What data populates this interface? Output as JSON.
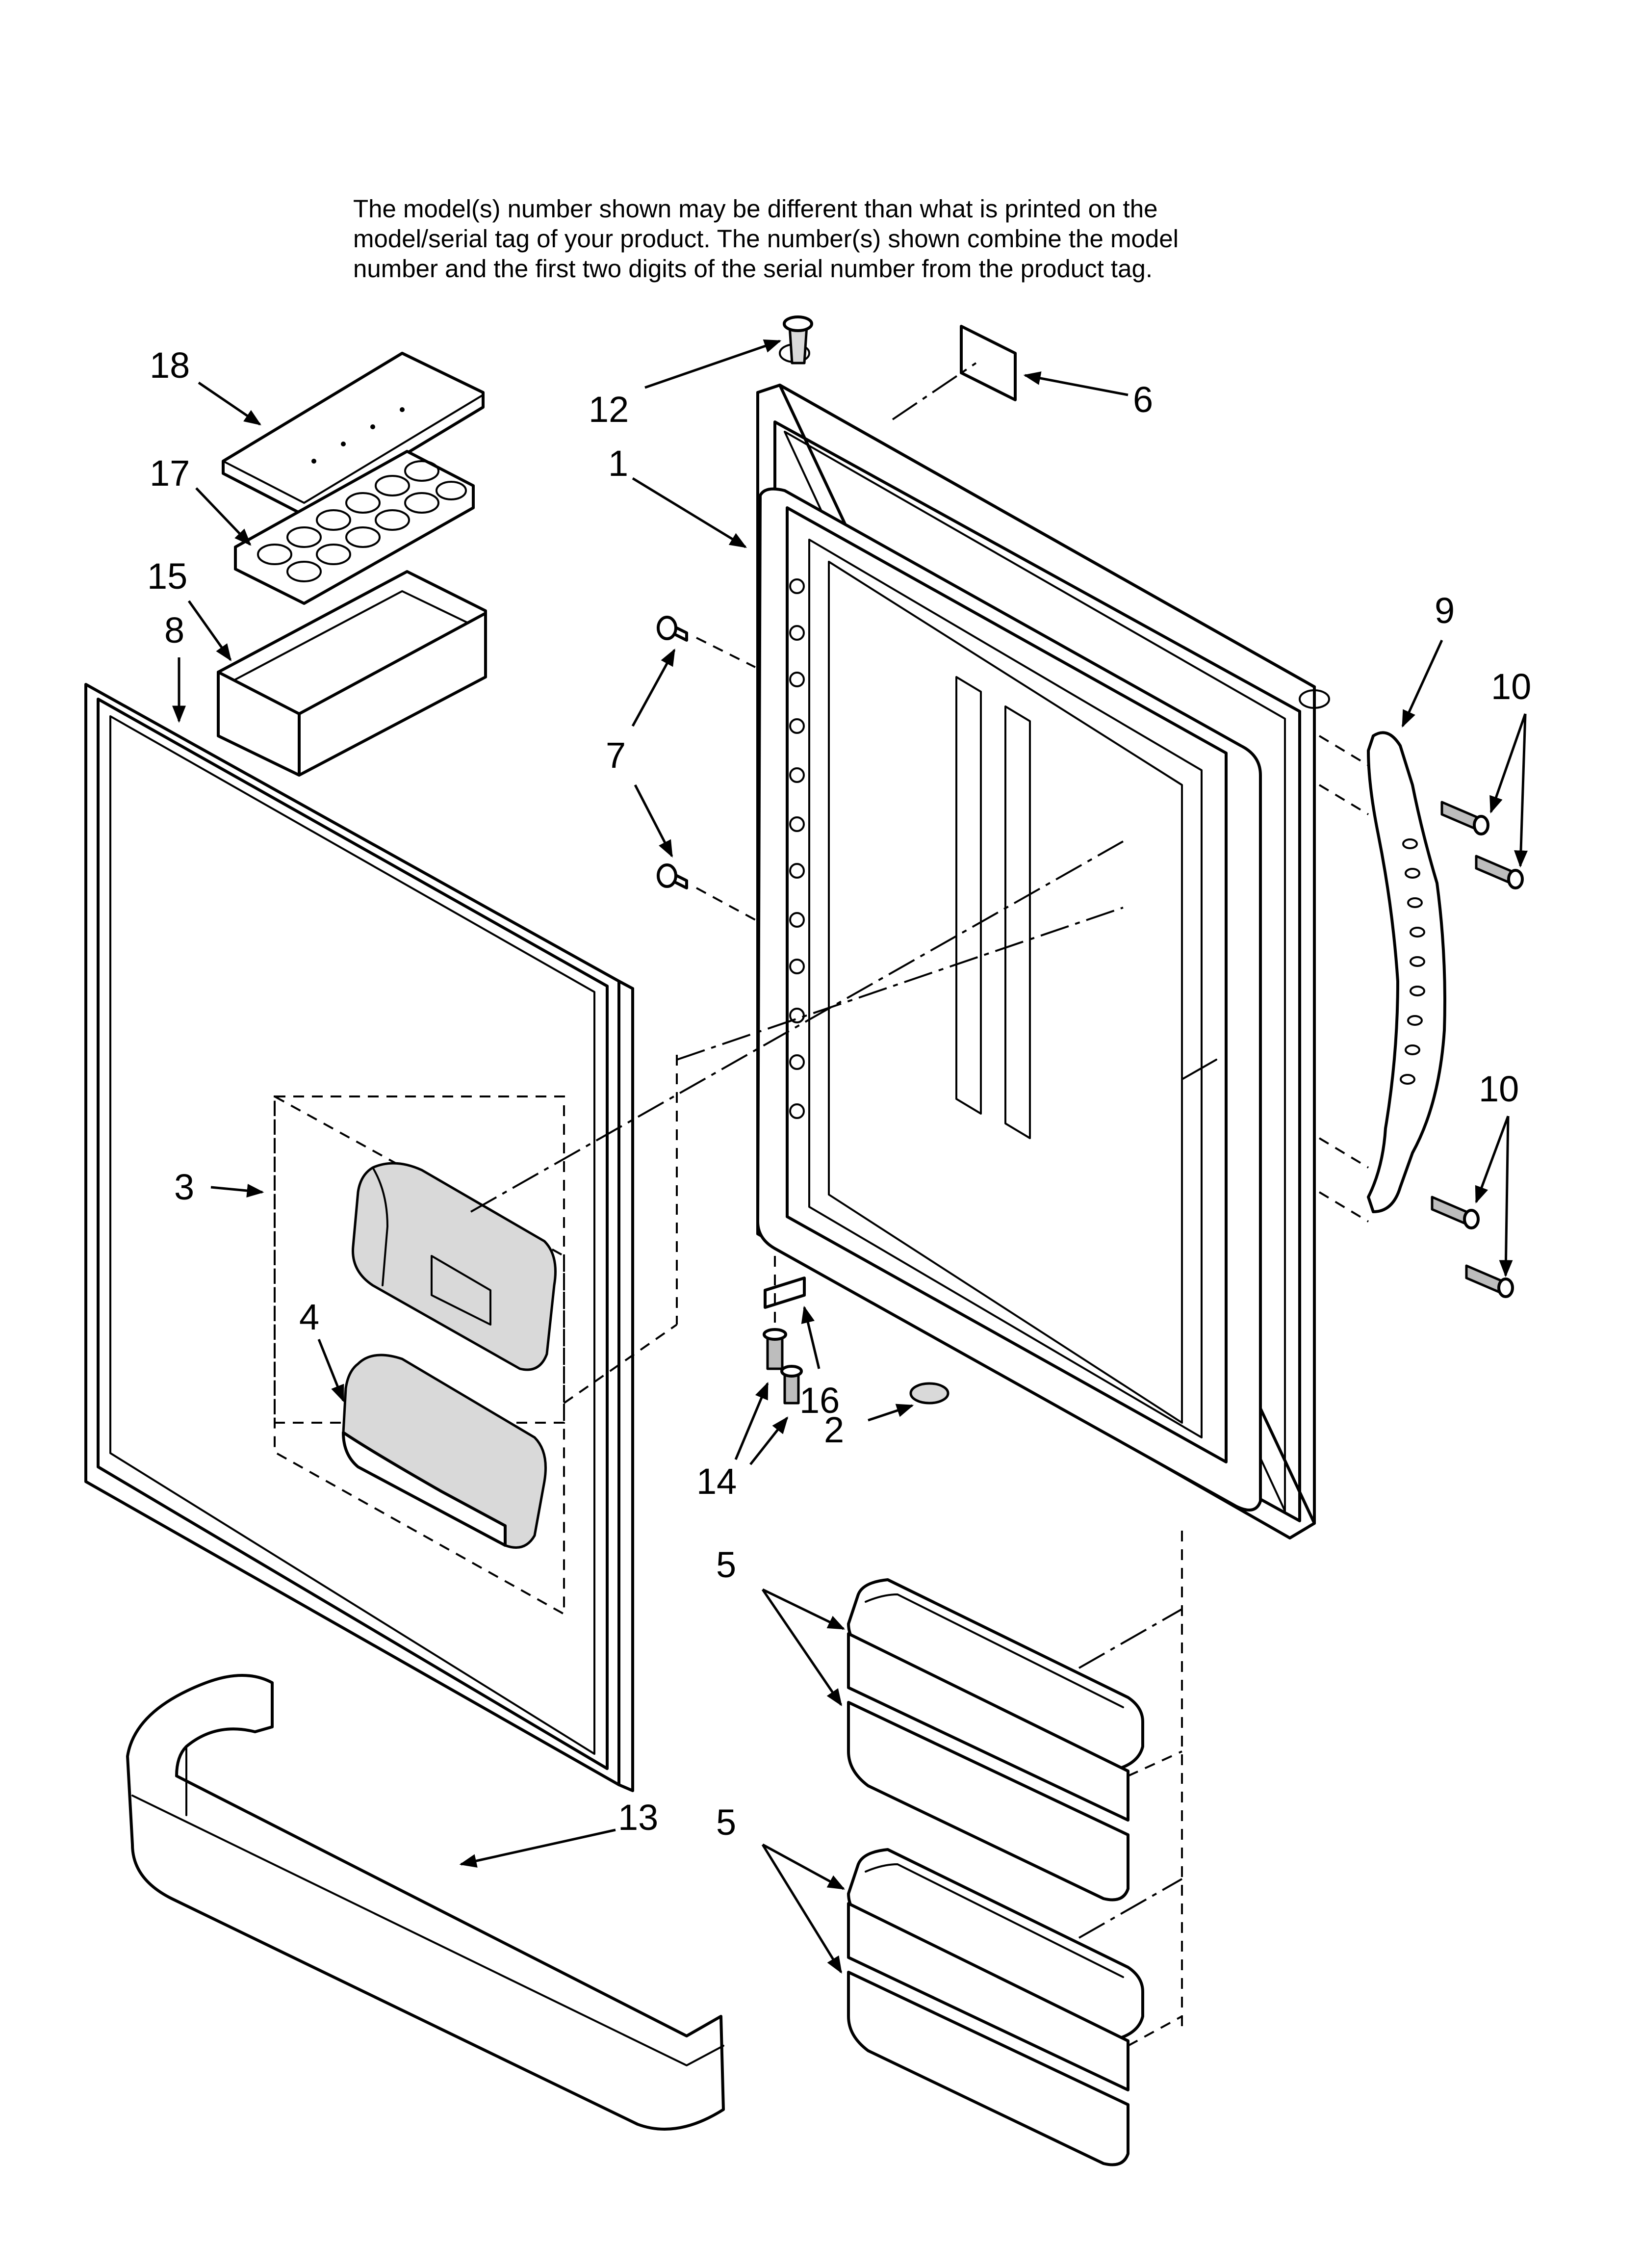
{
  "notice": {
    "line1": "The model(s) number shown may be different than what is printed on the",
    "line2": "model/serial tag of your product. The number(s) shown combine the model",
    "line3": "number and the first two digits of the serial number from the product tag."
  },
  "labels": {
    "p1": "1",
    "p2": "2",
    "p3": "3",
    "p4": "4",
    "p5a": "5",
    "p5b": "5",
    "p6": "6",
    "p7": "7",
    "p8": "8",
    "p9": "9",
    "p10a": "10",
    "p10b": "10",
    "p12": "12",
    "p13": "13",
    "p14": "14",
    "p15": "15",
    "p16": "16",
    "p17": "17",
    "p18": "18"
  }
}
